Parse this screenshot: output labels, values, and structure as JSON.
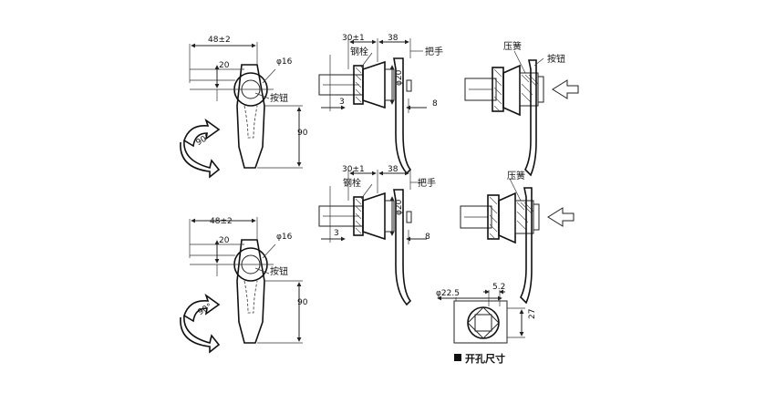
{
  "figure": {
    "front_view_dims": {
      "width": "48±2",
      "offset": "20",
      "diameter": "φ16",
      "height": "90",
      "rotation": "90°"
    },
    "side_view_dims": {
      "a": "30±1",
      "b": "38",
      "c": "φ20",
      "d": "3",
      "e": "8"
    },
    "labels": {
      "pin": "钢栓",
      "handle": "把手",
      "button": "按钮",
      "spring": "压簧"
    },
    "cutout": {
      "diameter": "φ22.5",
      "width": "5.2",
      "height": "27",
      "caption": "开孔尺寸"
    }
  }
}
